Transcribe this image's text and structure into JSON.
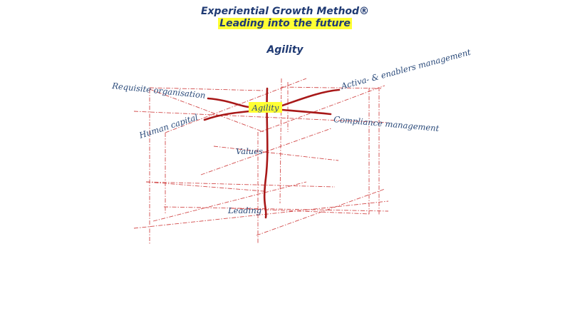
{
  "header": {
    "title": "Experiential Growth Method®",
    "subtitle": "Leading into the future",
    "topic": "Agility"
  },
  "diagram": {
    "center": "Agility",
    "labels": {
      "requisite": "Requisite organisation",
      "activa": "Activa- & enablers management",
      "human": "Human capital",
      "compliance": "Compliance management",
      "values": "Values",
      "leading": "Leading"
    }
  },
  "colors": {
    "title": "#1f3a73",
    "highlight": "#ffff33",
    "axis": "#a81818",
    "grid": "#d24a4a",
    "label": "#2a4a7a"
  }
}
